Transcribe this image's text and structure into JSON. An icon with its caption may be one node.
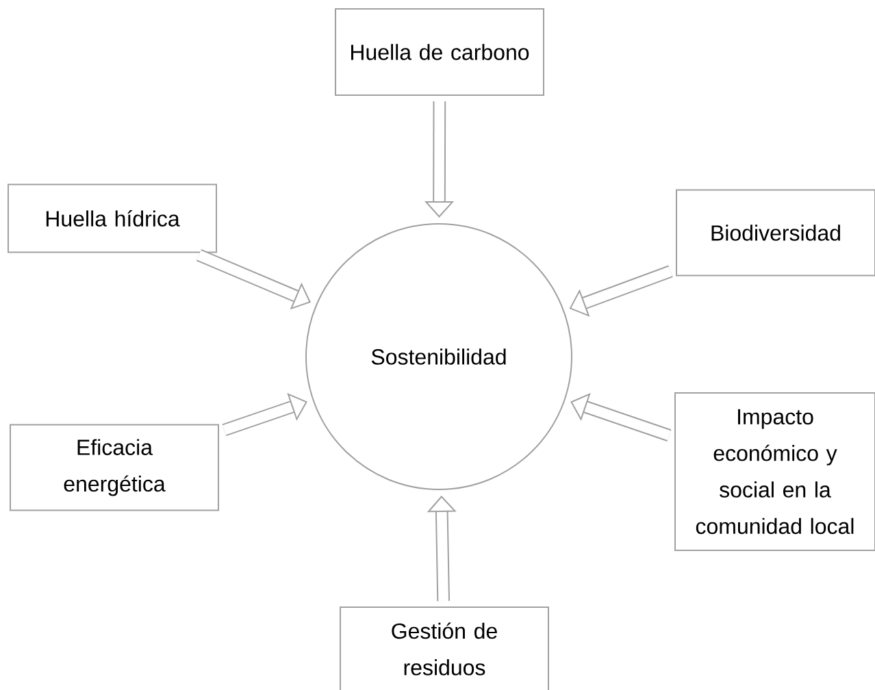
{
  "diagram": {
    "nodes": [
      {
        "text": [
          "Huella de carbono"
        ]
      },
      {
        "text": [
          "Huella hídrica"
        ]
      },
      {
        "text": [
          "Biodiversidad"
        ]
      },
      {
        "text": [
          "Sostenibilidad"
        ]
      },
      {
        "text": [
          "Eficacia energética"
        ]
      },
      {
        "text": [
          "Impacto económico y social en la comunidad local"
        ]
      },
      {
        "text": [
          "Gestión de residuos"
        ]
      }
    ],
    "edges": [
      {
        "from": 0,
        "to": 3,
        "arrow": "to"
      },
      {
        "from": 1,
        "to": 3,
        "arrow": "to"
      },
      {
        "from": 2,
        "to": 3,
        "arrow": "to"
      },
      {
        "from": 4,
        "to": 3,
        "arrow": "to"
      },
      {
        "from": 5,
        "to": 3,
        "arrow": "to"
      },
      {
        "from": 6,
        "to": 3,
        "arrow": "to"
      }
    ]
  }
}
